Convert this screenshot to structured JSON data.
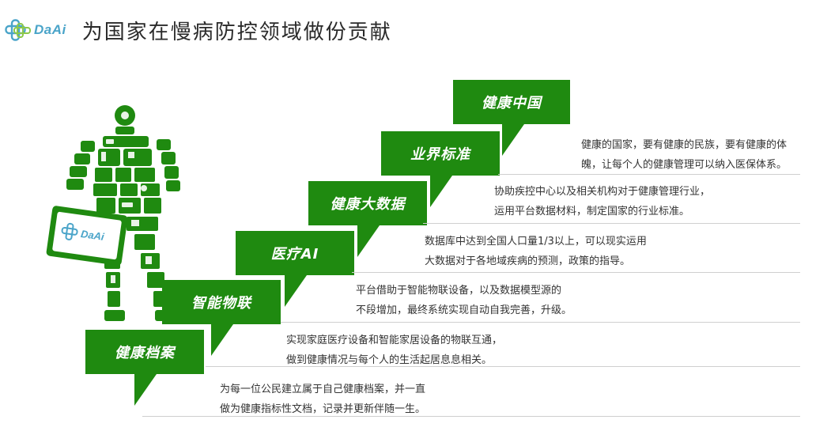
{
  "header": {
    "logo_text": "DaAi",
    "title": "为国家在慢病防控领域做份贡献"
  },
  "figure": {
    "tablet_logo_text": "DaAi",
    "accent_color": "#1f8a10"
  },
  "steps": [
    {
      "label": "健康档案",
      "lines": [
        "为每一位公民建立属于自己健康档案，并一直",
        "做为健康指标性文档，记录并更新伴随一生。"
      ]
    },
    {
      "label": "智能物联",
      "lines": [
        "实现家庭医疗设备和智能家居设备的物联互通，",
        "做到健康情况与每个人的生活起居息息相关。"
      ]
    },
    {
      "label": "医疗AI",
      "lines": [
        "平台借助于智能物联设备，以及数据模型源的",
        "不段增加，最终系统实现自动自我完善，升级。"
      ]
    },
    {
      "label": "健康大数据",
      "lines": [
        "数据库中达到全国人口量1/3以上，可以现实运用",
        "大数据对于各地域疾病的预测，政策的指导。"
      ]
    },
    {
      "label": "业界标准",
      "lines": [
        "协助疾控中心以及相关机构对于健康管理行业，",
        "运用平台数据材料，制定国家的行业标准。"
      ]
    },
    {
      "label": "健康中国",
      "lines": [
        "健康的国家，要有健康的民族，要有健康的体",
        "魄，让每个人的健康管理可以纳入医保体系。"
      ]
    }
  ]
}
